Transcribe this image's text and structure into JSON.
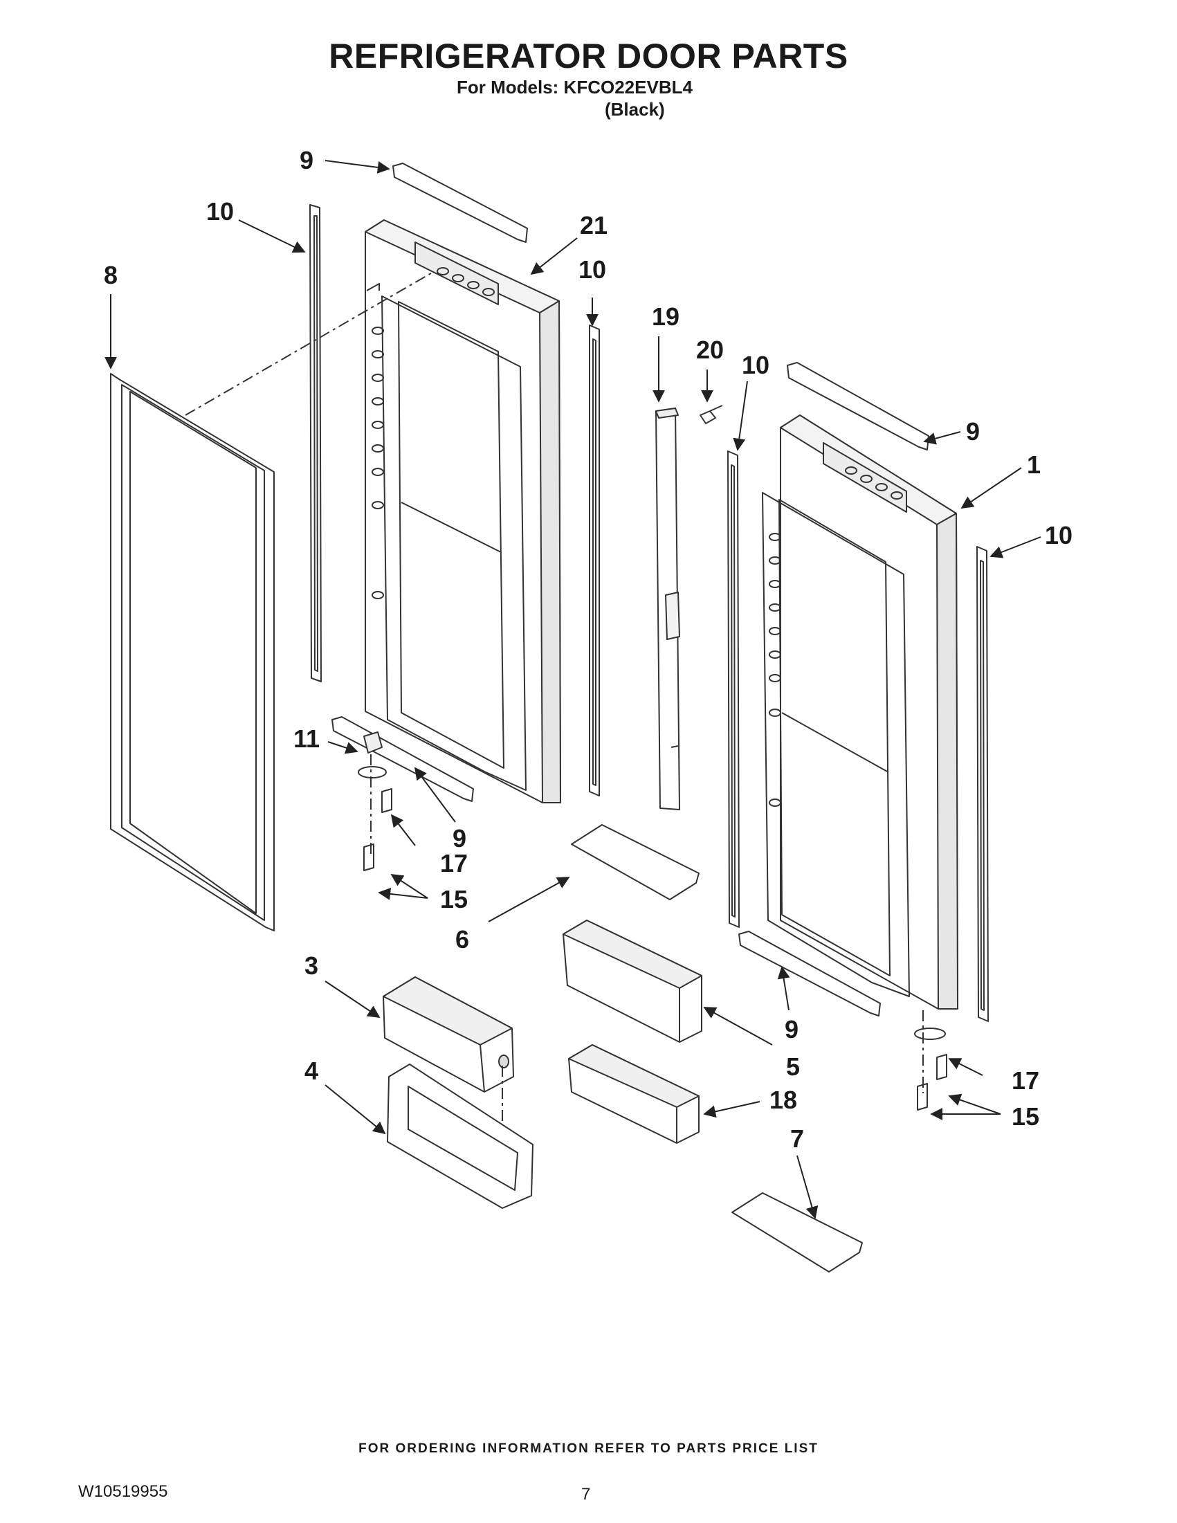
{
  "header": {
    "title": "REFRIGERATOR DOOR PARTS",
    "models": "For Models: KFCO22EVBL4",
    "variant": "(Black)"
  },
  "callouts": [
    {
      "id": "c9a",
      "label": "9"
    },
    {
      "id": "c10a",
      "label": "10"
    },
    {
      "id": "c21",
      "label": "21"
    },
    {
      "id": "c8",
      "label": "8"
    },
    {
      "id": "c10b",
      "label": "10"
    },
    {
      "id": "c19",
      "label": "19"
    },
    {
      "id": "c20",
      "label": "20"
    },
    {
      "id": "c10c",
      "label": "10"
    },
    {
      "id": "c9b",
      "label": "9"
    },
    {
      "id": "c1",
      "label": "1"
    },
    {
      "id": "c10d",
      "label": "10"
    },
    {
      "id": "c11",
      "label": "11"
    },
    {
      "id": "c9c",
      "label": "9"
    },
    {
      "id": "c17a",
      "label": "17"
    },
    {
      "id": "c15a",
      "label": "15"
    },
    {
      "id": "c6",
      "label": "6"
    },
    {
      "id": "c3",
      "label": "3"
    },
    {
      "id": "c9d",
      "label": "9"
    },
    {
      "id": "c5",
      "label": "5"
    },
    {
      "id": "c17b",
      "label": "17"
    },
    {
      "id": "c4",
      "label": "4"
    },
    {
      "id": "c18",
      "label": "18"
    },
    {
      "id": "c15b",
      "label": "15"
    },
    {
      "id": "c7",
      "label": "7"
    }
  ],
  "footer": {
    "ordering_note": "FOR ORDERING INFORMATION REFER TO PARTS PRICE LIST",
    "document_number": "W10519955",
    "page_number": "7"
  }
}
